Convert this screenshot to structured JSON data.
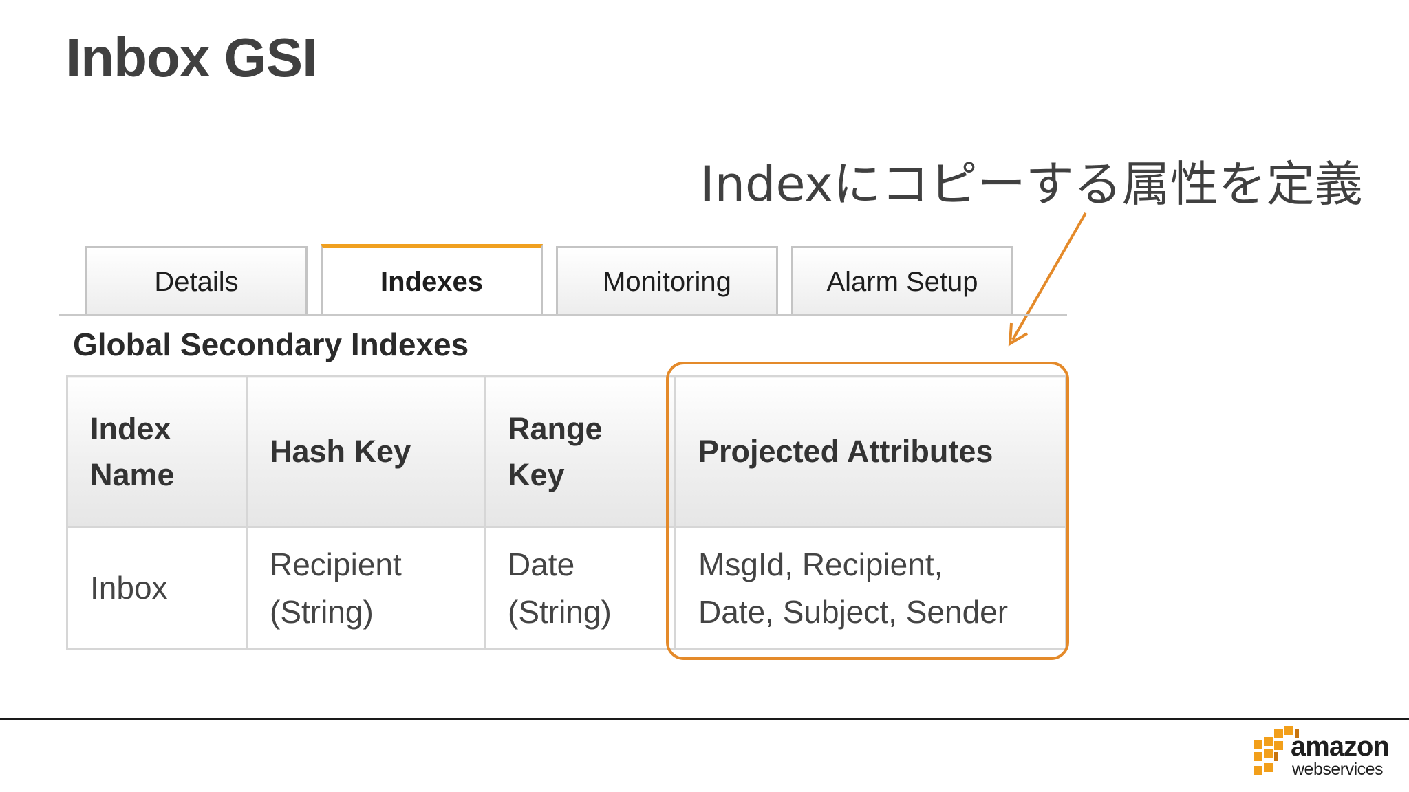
{
  "slide": {
    "title": "Inbox GSI"
  },
  "callout": {
    "text": "Indexにコピーする属性を定義"
  },
  "tabs": [
    {
      "label": "Details",
      "active": false
    },
    {
      "label": "Indexes",
      "active": true
    },
    {
      "label": "Monitoring",
      "active": false
    },
    {
      "label": "Alarm Setup",
      "active": false
    }
  ],
  "section": {
    "heading": "Global Secondary Indexes"
  },
  "table": {
    "headers": {
      "index_name": {
        "line1": "Index",
        "line2": "Name"
      },
      "hash_key": "Hash Key",
      "range_key": {
        "line1": "Range",
        "line2": "Key"
      },
      "projected": "Projected Attributes"
    },
    "row": {
      "index_name": "Inbox",
      "hash_key": {
        "line1": "Recipient",
        "line2": "(String)"
      },
      "range_key": {
        "line1": "Date",
        "line2": "(String)"
      },
      "projected": {
        "line1": "MsgId, Recipient,",
        "line2": "Date, Subject, Sender"
      }
    }
  },
  "logo": {
    "word": "amazon",
    "sub": "webservices"
  },
  "colors": {
    "accent": "#e48a2a",
    "tab_active": "#f0a020",
    "logo_orange": "#f29f1a"
  }
}
